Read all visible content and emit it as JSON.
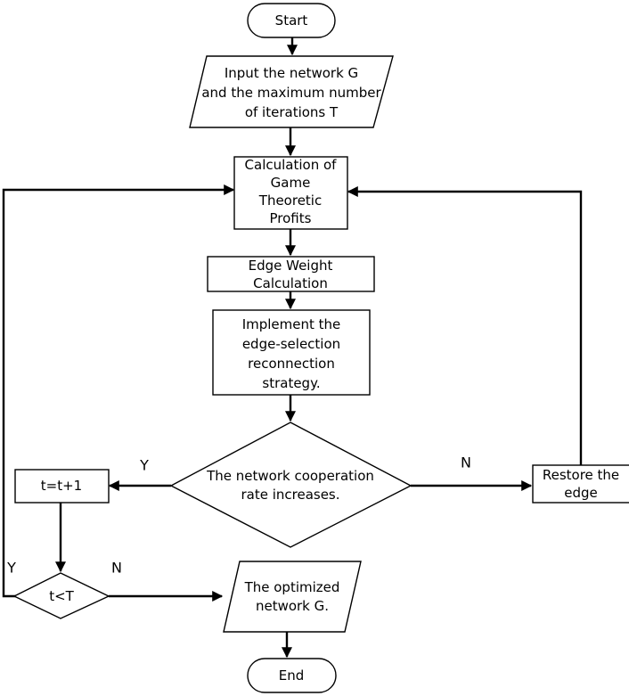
{
  "nodes": {
    "start": "Start",
    "input": [
      "Input the network G",
      "and the maximum number",
      "of iterations T"
    ],
    "game_profits": [
      "Calculation of",
      "Game",
      "Theoretic",
      "Profits"
    ],
    "edge_weight": [
      "Edge Weight",
      "Calculation"
    ],
    "reconnect": [
      "Implement the",
      "edge-selection",
      "reconnection",
      "strategy."
    ],
    "coop_decision": [
      "The network cooperation",
      "rate increases."
    ],
    "increment": "t=t+1",
    "restore": [
      "Restore the",
      "edge"
    ],
    "loop_check": "t<T",
    "optimized": [
      "The optimized",
      "network G."
    ],
    "end": "End"
  },
  "branch_labels": {
    "coop_yes": "Y",
    "coop_no": "N",
    "loop_yes": "Y",
    "loop_no": "N"
  }
}
